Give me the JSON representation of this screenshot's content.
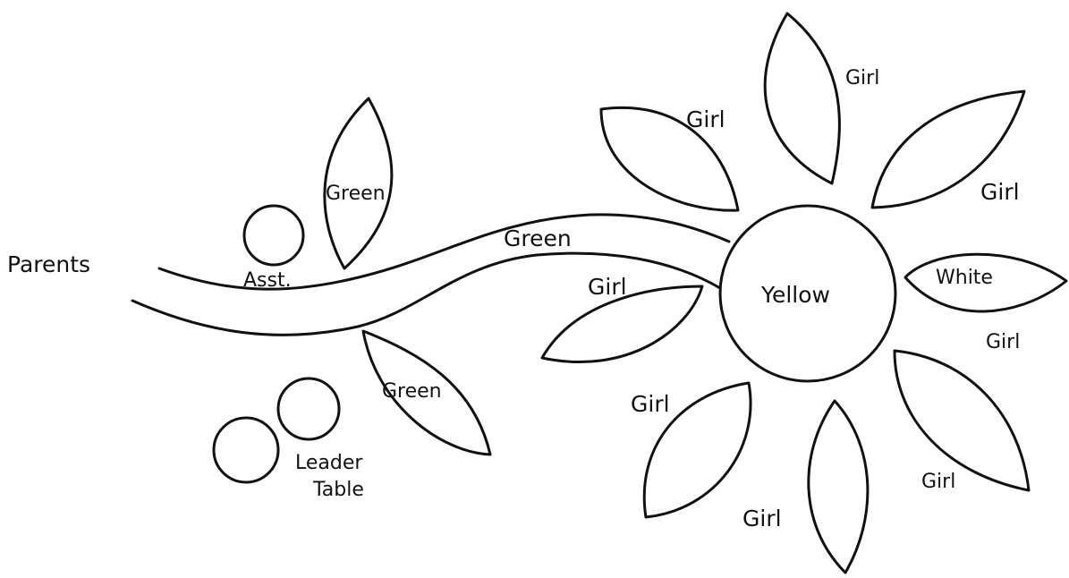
{
  "labels": {
    "parents": "Parents",
    "asst": "Asst.",
    "leader_line1": "Leader",
    "leader_line2": "Table",
    "stem": "Green",
    "leaf_upper": "Green",
    "leaf_lower": "Green",
    "center": "Yellow",
    "white_petal": "White",
    "girl": "Girl"
  },
  "colors": {
    "ink": "#111111",
    "background": "#ffffff"
  }
}
